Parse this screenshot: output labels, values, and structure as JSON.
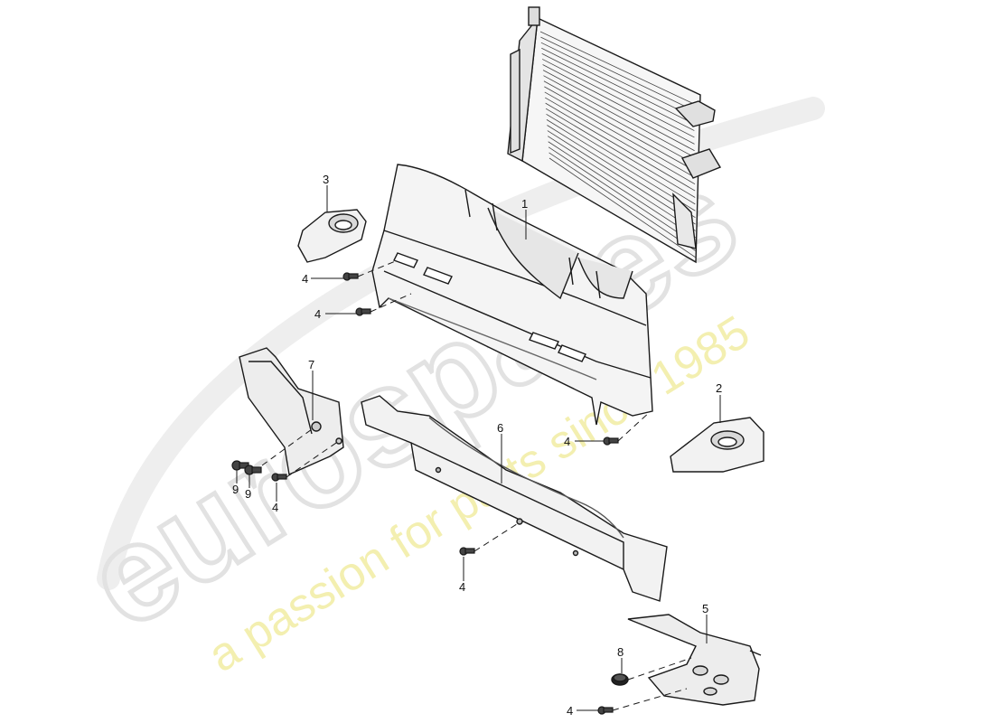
{
  "watermark": {
    "brand": "eurospares",
    "tagline": "a passion for parts since 1985"
  },
  "callouts": {
    "c1": "1",
    "c2": "2",
    "c3": "3",
    "c4a": "4",
    "c4b": "4",
    "c4c": "4",
    "c4d": "4",
    "c4e": "4",
    "c4f": "4",
    "c5": "5",
    "c6": "6",
    "c7": "7",
    "c8": "8",
    "c9a": "9",
    "c9b": "9"
  },
  "colors": {
    "line": "#1a1a1a",
    "part_fill": "#f4f4f4",
    "part_shade": "#d9d9d9",
    "watermark_gray": "#e6e6e6",
    "watermark_yellow": "#f3efb0"
  }
}
